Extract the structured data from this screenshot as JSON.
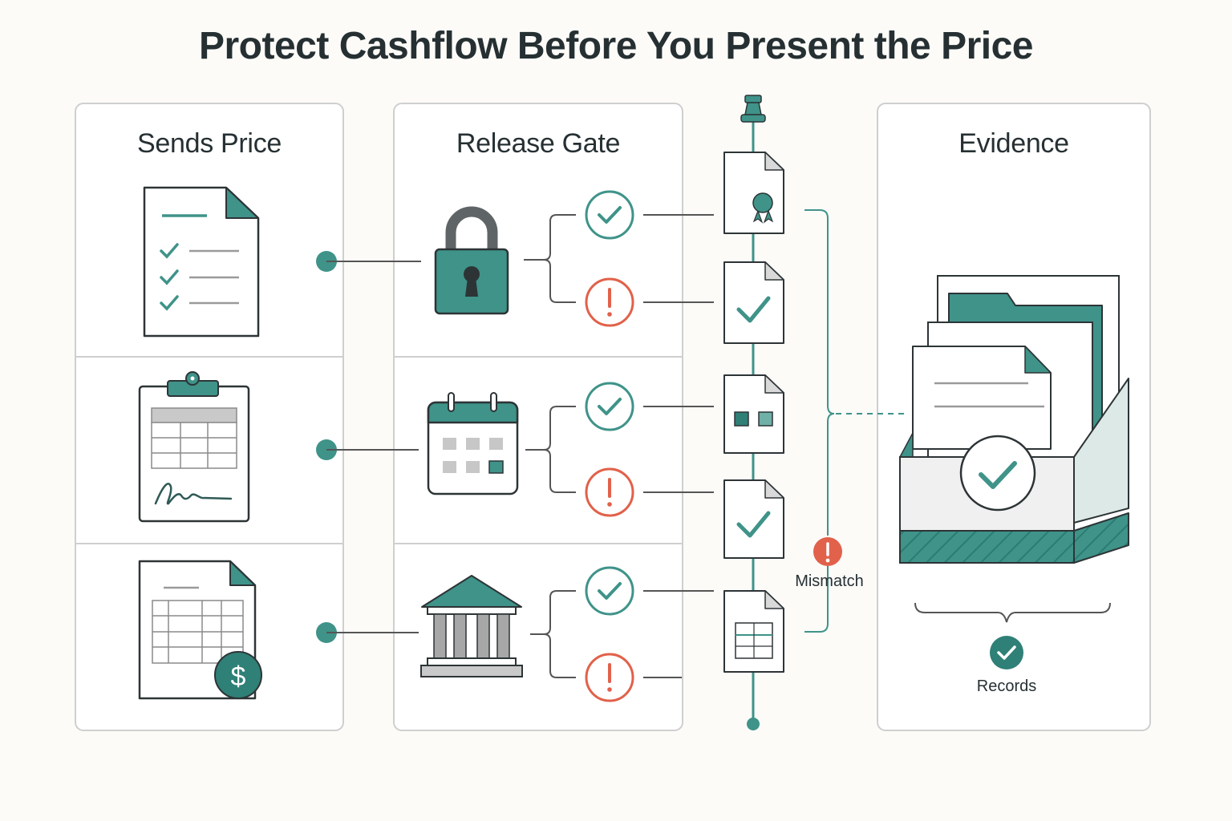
{
  "title": "Protect Cashflow Before You Present the Price",
  "panels": {
    "sends_price": {
      "title": "Sends Price"
    },
    "release_gate": {
      "title": "Release Gate"
    },
    "evidence": {
      "title": "Evidence"
    }
  },
  "labels": {
    "mismatch": "Mismatch",
    "records": "Records"
  },
  "icons": {
    "row1_doc": "checklist-document-icon",
    "row2_doc": "signed-clipboard-icon",
    "row3_doc": "invoice-dollar-icon",
    "row1_gate": "padlock-icon",
    "row2_gate": "calendar-icon",
    "row3_gate": "bank-icon",
    "pass": "check-circle-icon",
    "fail": "alert-circle-icon",
    "evidence": "file-box-icon"
  },
  "colors": {
    "teal": "#3f9389",
    "teal_dark": "#2f7f76",
    "alert": "#e1614a",
    "ink": "#263033",
    "border": "#cfcfcf"
  }
}
